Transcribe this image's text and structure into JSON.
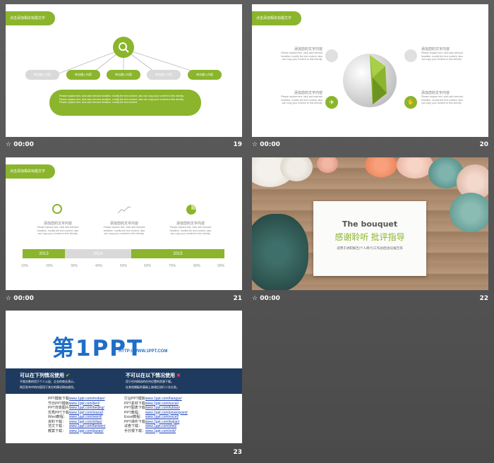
{
  "colors": {
    "accent": "#8ab52c",
    "gray": "#d9d9d9",
    "dark_navy": "#1e3a5f",
    "brand_blue": "#1f6ec8",
    "brand_orange": "#f08a1c"
  },
  "slides": [
    {
      "number": "19",
      "time": "00:00",
      "tag": "点击添加相关标题文字",
      "icon": "search-icon",
      "pills": [
        "单击输入内容",
        "单击输入内容",
        "单击输入内容",
        "单击输入内容",
        "单击输入内容"
      ],
      "body_text": "Please replace text, click add relevant headline, modify the text content, also can copy your content to this directly. Please replace text, click add relevant headline, modify the text content, also can copy your content to this directly. Please replace text, click add relevant headline, modify the text content."
    },
    {
      "number": "20",
      "time": "00:00",
      "tag": "点击添加相关标题文字",
      "items": [
        {
          "title": "添加您的文字内容",
          "text": "Please replace text, click add relevant headline, modify the text content, also can copy your content to this directly.",
          "icon": "donut-icon"
        },
        {
          "title": "添加您的文字内容",
          "text": "Please replace text, click add relevant headline, modify the text content, also can copy your content to this directly.",
          "icon": "donut-icon"
        },
        {
          "title": "添加您的文字内容",
          "text": "Please replace text, click add relevant headline, modify the text content, also can copy your content to this directly.",
          "icon": "plane-icon"
        },
        {
          "title": "添加您的文字内容",
          "text": "Please replace text, click add relevant headline, modify the text content, also can copy your content to this directly.",
          "icon": "hand-icon"
        }
      ]
    },
    {
      "number": "21",
      "time": "00:00",
      "tag": "点击添加相关标题文字",
      "items": [
        {
          "title": "添加您的文字内容",
          "text": "Please replace text, click add relevant headline, modify the text content, also can copy your content to this directly.",
          "icon": "bulb-icon"
        },
        {
          "title": "添加您的文字内容",
          "text": "Please replace text, click add relevant headline, modify the text content, also can copy your content to this directly.",
          "icon": "chart-line-icon"
        },
        {
          "title": "添加您的文字内容",
          "text": "Please replace text, click add relevant headline, modify the text content, also can copy your content to this directly.",
          "icon": "pie-icon"
        }
      ],
      "timeline": [
        "2013",
        "2014",
        "2015"
      ],
      "percentages": [
        "10%",
        "20%",
        "30%",
        "40%",
        "50%",
        "60%",
        "70%",
        "80%",
        "90%"
      ]
    },
    {
      "number": "22",
      "time": "00:00",
      "title": "The bouquet",
      "subtitle": "感谢聆听 批评指导",
      "caption": "适用于述职报告|个人简介|工作总结|会议报告等"
    },
    {
      "number": "23",
      "logo_text": "第1PPT",
      "logo_url": "HTTP://WWW.1PPT.COM",
      "can_title": "可以在下列情况使用",
      "can_items": [
        "不限次数的用于个人公益、企业的商业演示。",
        "网页发布中的内容用于其它的情况网站使用。"
      ],
      "cannot_title": "不可以在以下情况使用",
      "cannot_items": [
        "用于任何网站的任何位置的资源下载。",
        "在其他模板的基础上修改后进行二次分发。"
      ],
      "links_left": [
        {
          "k": "PPT模板下载：",
          "v": "www.1ppt.com/moban/"
        },
        {
          "k": "节日PPT模板：",
          "v": "www.1ppt.com/jieri/"
        },
        {
          "k": "PPT背景图片：",
          "v": "www.1ppt.com/beijing/"
        },
        {
          "k": "优秀PPT下载：",
          "v": "www.1ppt.com/xiazai/"
        },
        {
          "k": "Word教程：",
          "v": "www.1ppt.com/word/"
        },
        {
          "k": "资料下载：",
          "v": "www.1ppt.com/ziliao/"
        },
        {
          "k": "范文下载：",
          "v": "www.1ppt.com/fanwen/"
        },
        {
          "k": "教案下载：",
          "v": "www.1ppt.com/jiaoan/"
        }
      ],
      "links_right": [
        {
          "k": "行业PPT模板：",
          "v": "www.1ppt.com/hangye/"
        },
        {
          "k": "PPT素材下载：",
          "v": "www.1ppt.com/sucai/"
        },
        {
          "k": "PPT图表下载：",
          "v": "www.1ppt.com/tubiao/"
        },
        {
          "k": "PPT教程：",
          "v": "www.1ppt.com/powerpoint/"
        },
        {
          "k": "Excel教程：",
          "v": "www.1ppt.com/excel/"
        },
        {
          "k": "PPT课件下载：",
          "v": "www.1ppt.com/kejian/"
        },
        {
          "k": "试卷下载：",
          "v": "www.1ppt.com/shiti/"
        },
        {
          "k": "手抄报下载：",
          "v": "www.1ppt.com/sxb/"
        }
      ]
    }
  ]
}
